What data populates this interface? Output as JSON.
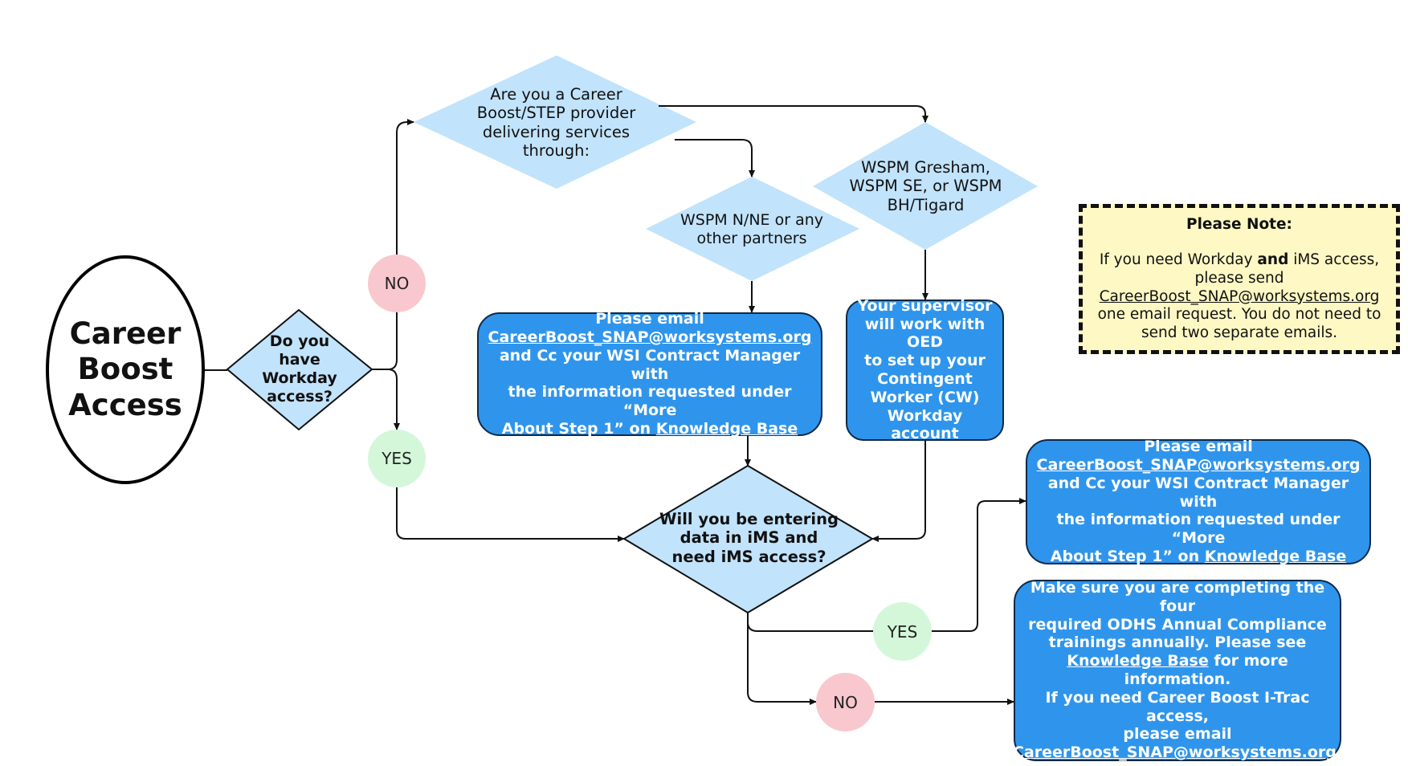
{
  "title": {
    "line1": "Career",
    "line2": "Boost",
    "line3": "Access"
  },
  "q_workday": {
    "line1": "Do you",
    "line2": "have",
    "line3": "Workday",
    "line4": "access?"
  },
  "q_provider": {
    "line1": "Are you a Career",
    "line2": "Boost/STEP provider",
    "line3": "delivering services",
    "line4": "through:"
  },
  "opt_nne": {
    "line1": "WSPM N/NE or any",
    "line2": "other partners"
  },
  "opt_gresham": {
    "line1": "WSPM Gresham,",
    "line2": "WSPM SE, or WSPM",
    "line3": "BH/Tigard"
  },
  "q_ims": {
    "line1": "Will you be entering",
    "line2": "data in iMS and",
    "line3": "need iMS access?"
  },
  "labels": {
    "no": "NO",
    "yes": "YES"
  },
  "box_email_top": {
    "line1": "Please email",
    "email": "CareerBoost_SNAP@worksystems.org",
    "line3": "and Cc your WSI Contract Manager with",
    "line4": "the information requested under “More",
    "line5_pre": "About Step 1” on",
    "link": "Knowledge Base"
  },
  "box_supervisor": {
    "line1": "Your supervisor",
    "line2": "will work with OED",
    "line3": "to set up your",
    "line4": "Contingent",
    "line5": "Worker (CW)",
    "line6": "Workday account"
  },
  "box_email_right": {
    "line1": "Please email",
    "email": "CareerBoost_SNAP@worksystems.org",
    "line3": "and Cc your WSI Contract Manager with",
    "line4": "the information requested under “More",
    "line5_pre": "About Step 1” on",
    "link": "Knowledge Base"
  },
  "box_compliance": {
    "line1": "Make sure you are completing the four",
    "line2": "required ODHS Annual Compliance",
    "line3": "trainings annually. Please see",
    "link": "Knowledge Base",
    "line4_post": " for more information.",
    "line5": "If you need Career Boost I-Trac access,",
    "line6": "please email",
    "email": "CareerBoost_SNAP@worksystems.org",
    "email_post": "."
  },
  "note": {
    "title": "Please Note:",
    "l1_pre": "If you need Workday ",
    "l1_bold": "and",
    "l1_post": " iMS access,",
    "l2": "please send",
    "email": "CareerBoost_SNAP@worksystems.org",
    "l4": "one email request. You do not need to",
    "l5": "send two separate emails."
  },
  "colors": {
    "diamond_fill": "#c1e3fb",
    "box_fill": "#2f95ec",
    "box_border": "#0d2a4a",
    "no_circle": "#f9c7ce",
    "yes_circle": "#d4f7da",
    "note_fill": "#fdf8c4"
  }
}
